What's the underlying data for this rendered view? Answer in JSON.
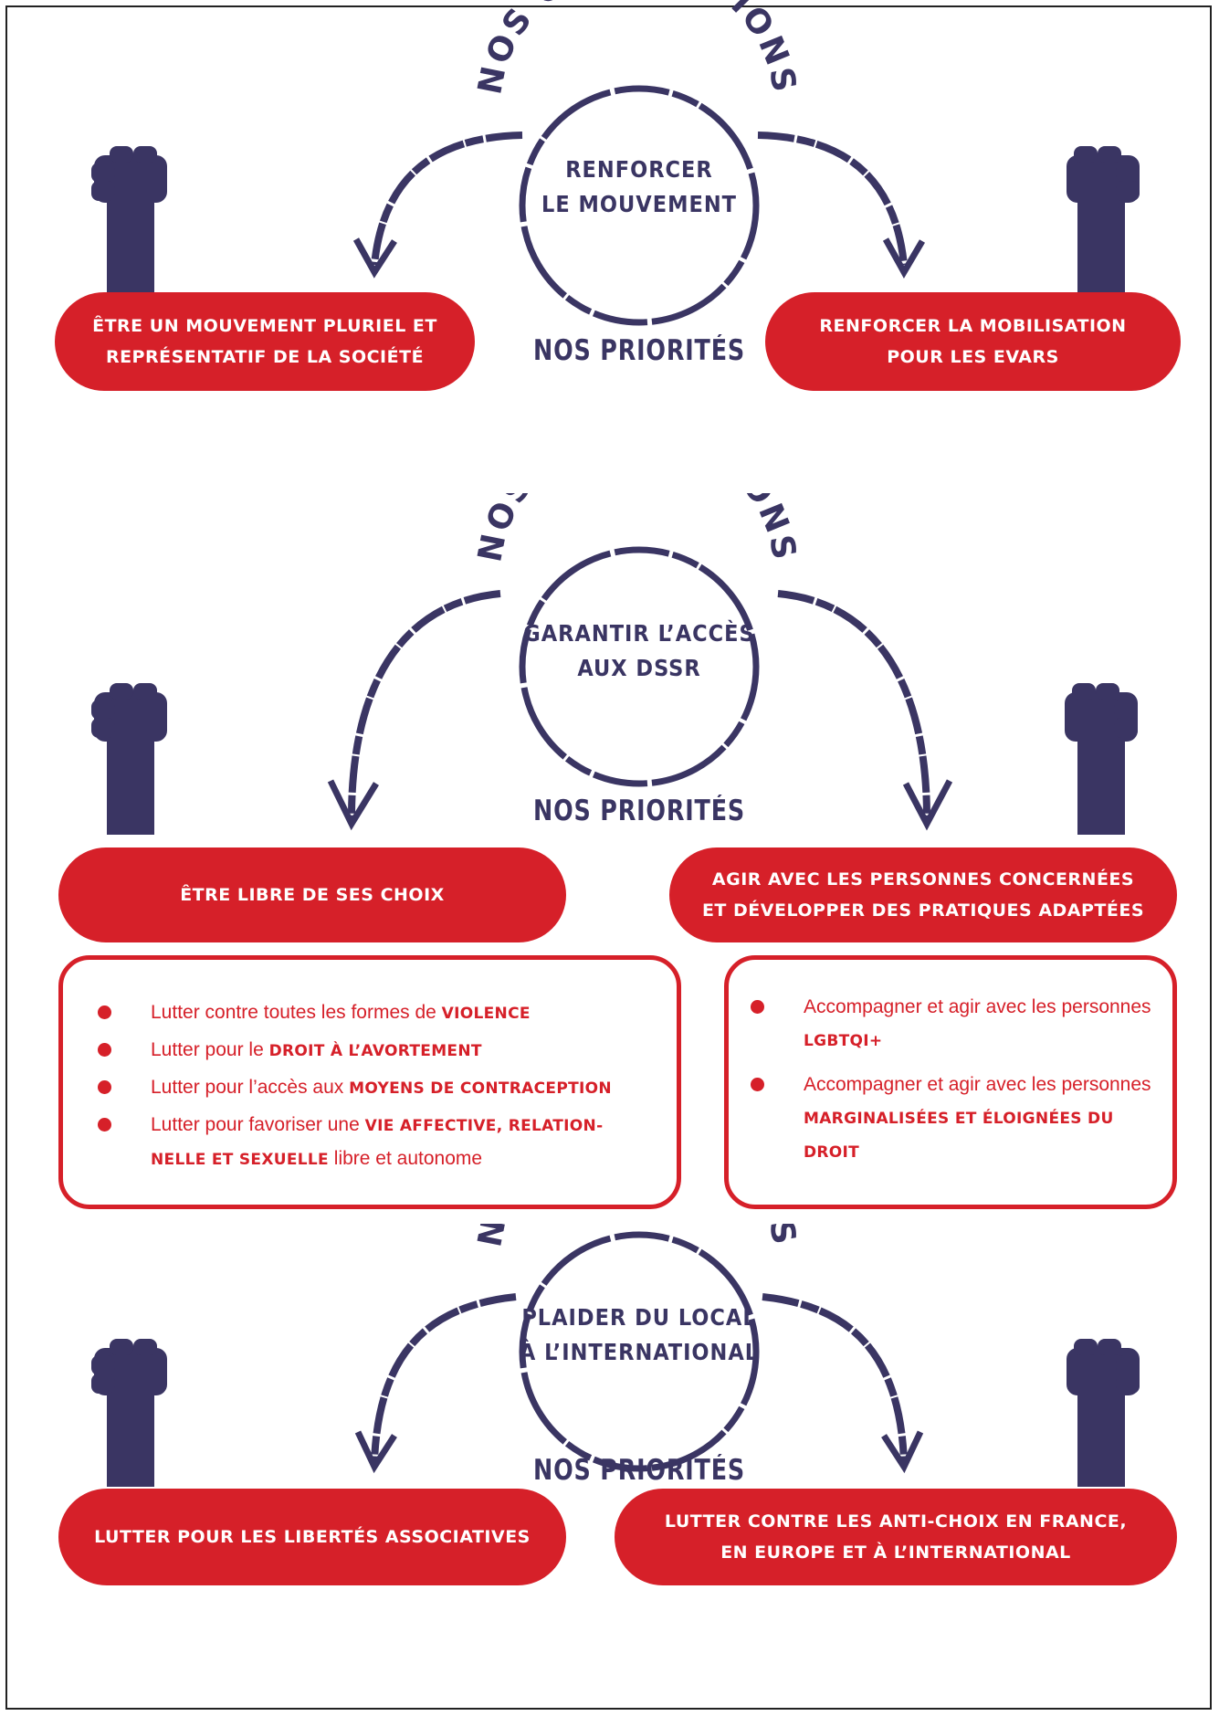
{
  "colors": {
    "red": "#d62029",
    "navy": "#3a3563"
  },
  "icons": [
    "raised-fist-icon",
    "curved-arrow-icon",
    "hand-drawn-circle-icon"
  ],
  "sections": [
    {
      "orientations_label": "NOS ORIENTATIONS",
      "circle_text": [
        "RENFORCER",
        "LE MOUVEMENT"
      ],
      "priorities_label": "NOS PRIORITÉS",
      "left_pill": [
        "ÊTRE UN MOUVEMENT PLURIEL ET",
        "REPRÉSENTATIF DE LA SOCIÉTÉ"
      ],
      "right_pill": [
        "RENFORCER LA MOBILISATION",
        "POUR LES EVARS"
      ]
    },
    {
      "orientations_label": "NOS ORIENTATIONS",
      "circle_text": [
        "GARANTIR L’ACCÈS",
        "AUX DSSR"
      ],
      "priorities_label": "NOS PRIORITÉS",
      "left_pill": [
        "ÊTRE LIBRE DE SES CHOIX"
      ],
      "right_pill": [
        "AGIR AVEC LES PERSONNES CONCERNÉES",
        "ET DÉVELOPPER DES PRATIQUES ADAPTÉES"
      ],
      "left_box": [
        {
          "pre": "Lutter contre toutes les formes de ",
          "bold": "VIOLENCE",
          "post": ""
        },
        {
          "pre": "Lutter pour le ",
          "bold": "DROIT À L’AVORTEMENT",
          "post": ""
        },
        {
          "pre": "Lutter pour l’accès aux ",
          "bold": "MOYENS DE CONTRACEPTION",
          "post": ""
        },
        {
          "pre": "Lutter pour favoriser une ",
          "bold": "VIE AFFECTIVE, RELATION-NELLE ET SEXUELLE",
          "post": " libre et autonome"
        }
      ],
      "right_box": [
        {
          "pre": "Accompagner et agir avec les personnes ",
          "bold": "LGBTQI+",
          "post": ""
        },
        {
          "pre": "Accompagner et agir avec les personnes ",
          "bold": "MARGINALISÉES ET ÉLOIGNÉES DU DROIT",
          "post": ""
        }
      ]
    },
    {
      "orientations_label": "NOS ORIENTATIONS",
      "circle_text": [
        "PLAIDER DU LOCAL",
        "À L’INTERNATIONAL"
      ],
      "priorities_label": "NOS PRIORITÉS",
      "left_pill": [
        "LUTTER POUR LES LIBERTÉS ASSOCIATIVES"
      ],
      "right_pill": [
        "LUTTER CONTRE LES ANTI-CHOIX EN FRANCE,",
        "EN EUROPE ET À L’INTERNATIONAL"
      ]
    }
  ]
}
